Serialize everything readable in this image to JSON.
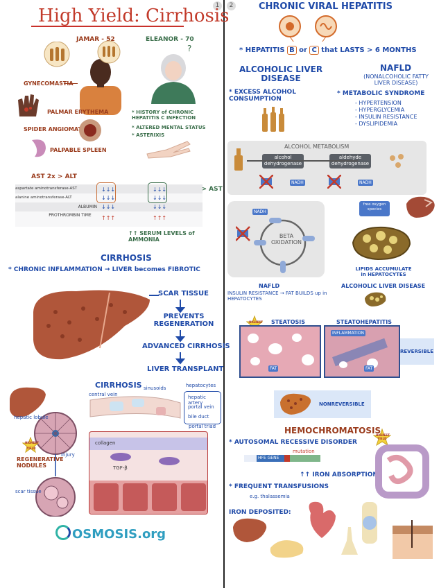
{
  "page_numbers": [
    "1",
    "2"
  ],
  "left": {
    "title": "High Yield: Cirrhosis",
    "patients": {
      "jamar": "JAMAR - 52",
      "eleanor": "ELEANOR - 70"
    },
    "jamar_signs": {
      "gynecomastia": "GYNECOMASTIA",
      "palmar": "PALMAR ERYTHEMA",
      "spider": "SPIDER ANGIOMATA",
      "spleen": "PALPABLE SPLEEN"
    },
    "eleanor_signs": [
      "* HISTORY of CHRONIC HEPATITIS C INFECTION",
      "* ALTERED MENTAL STATUS",
      "* ASTERIXIS"
    ],
    "ast_note": "AST 2x > ALT",
    "alt_note": "ALT > AST",
    "lab_table": [
      {
        "label": "aspartate aminotransferase-AST",
        "c1": "↓↓↓",
        "c2": "↓↓↓"
      },
      {
        "label": "alanine aminotransferase-ALT",
        "c1": "↓↓↓",
        "c2": "↓↓↓"
      },
      {
        "label": "ALBUMIN",
        "c1": "↓↓↓",
        "c2": "↓↓↓"
      },
      {
        "label": "PROTHROMBIN TIME",
        "c1": "↑↑↑",
        "c2": "↑↑↑"
      }
    ],
    "ammonia": "↑↑ SERUM LEVELS of AMMONIA",
    "cirrhosis_heading": "CIRRHOSIS",
    "cirrhosis_def": "* CHRONIC INFLAMMATION → LIVER becomes FIBROTIC",
    "steps": [
      "SCAR TISSUE",
      "PREVENTS REGENERATION",
      "ADVANCED CIRRHOSIS",
      "LIVER TRANSPLANT"
    ],
    "diagram": {
      "heading": "CIRRHOSIS",
      "central_vein": "central vein",
      "sinusoids": "sinusoids",
      "hepatocytes": "hepatocytes",
      "hepatic_artery": "hepatic artery",
      "portal_vein": "portal vein",
      "bile_duct": "bile duct",
      "portal_triad": "portal triad",
      "hepatic_lobule": "hepatic lobule",
      "injury": "injury",
      "collagen": "collagen",
      "tgf": "TGF-β",
      "regen": "REGENERATIVE NODULES",
      "scar": "scar tissue",
      "highest_yield": "HIGHEST YIELD"
    },
    "logo": "OSMOSIS.org"
  },
  "right": {
    "title": "CHRONIC VIRAL HEPATITIS",
    "hep_prefix": "* HEPATITIS",
    "hep_b": "B",
    "hep_or": "or",
    "hep_c": "C",
    "hep_suffix": "that LASTS > 6 MONTHS",
    "ald_title": "ALCOHOLIC LIVER DISEASE",
    "ald_point": "* EXCESS ALCOHOL CONSUMPTION",
    "nafld_title": "NAFLD",
    "nafld_sub": "(NONALCOHOLIC FATTY LIVER DISEASE)",
    "metabolic": "* METABOLIC SYNDROME",
    "metabolic_items": [
      "- HYPERTENSION",
      "- HYPERGLYCEMIA",
      "- INSULIN RESISTANCE",
      "- DYSLIPIDEMIA"
    ],
    "alcohol_metabolism": "ALCOHOL METABOLISM",
    "enzyme1": "alcohol dehydrogenase",
    "enzyme2": "aldehyde dehydrogenase",
    "nadh": "NADH",
    "nad": "NAD+",
    "free_oxygen": "free oxygen species",
    "beta_ox": "BETA OXIDATION",
    "lipids": "LIPIDS ACCUMULATE in HEPATOCYTES",
    "nafld_label": "NAFLD",
    "ald_label": "ALCOHOLIC LIVER DISEASE",
    "insulin": "INSULIN RESISTANCE → FAT BUILDS up in HEPATOCYTES",
    "steatosis": "STEATOSIS",
    "steatohep": "STEATOHEPATITIS",
    "inflammation": "INFLAMMATION",
    "fat": "FAT",
    "reversible": "REVERSIBLE",
    "nonreversible": "NONREVERSIBLE",
    "hemo_title": "HEMOCHROMATOSIS",
    "hemo_point": "* AUTOSOMAL RECESSIVE DISORDER",
    "mutation": "mutation",
    "hfe": "HFE GENE",
    "iron_abs": "↑↑ IRON ABSORPTION",
    "transfusions": "* FREQUENT TRANSFUSIONS",
    "thal": "e.g. thalassemia",
    "iron_dep": "IRON DEPOSITED:",
    "highest_yield": "HIGHEST YIELD"
  },
  "colors": {
    "title_red": "#c8302a",
    "blue": "#1f4aa8",
    "green": "#3a6e4a",
    "liver": "#b0563a",
    "gray_panel": "#e6e6e6"
  }
}
